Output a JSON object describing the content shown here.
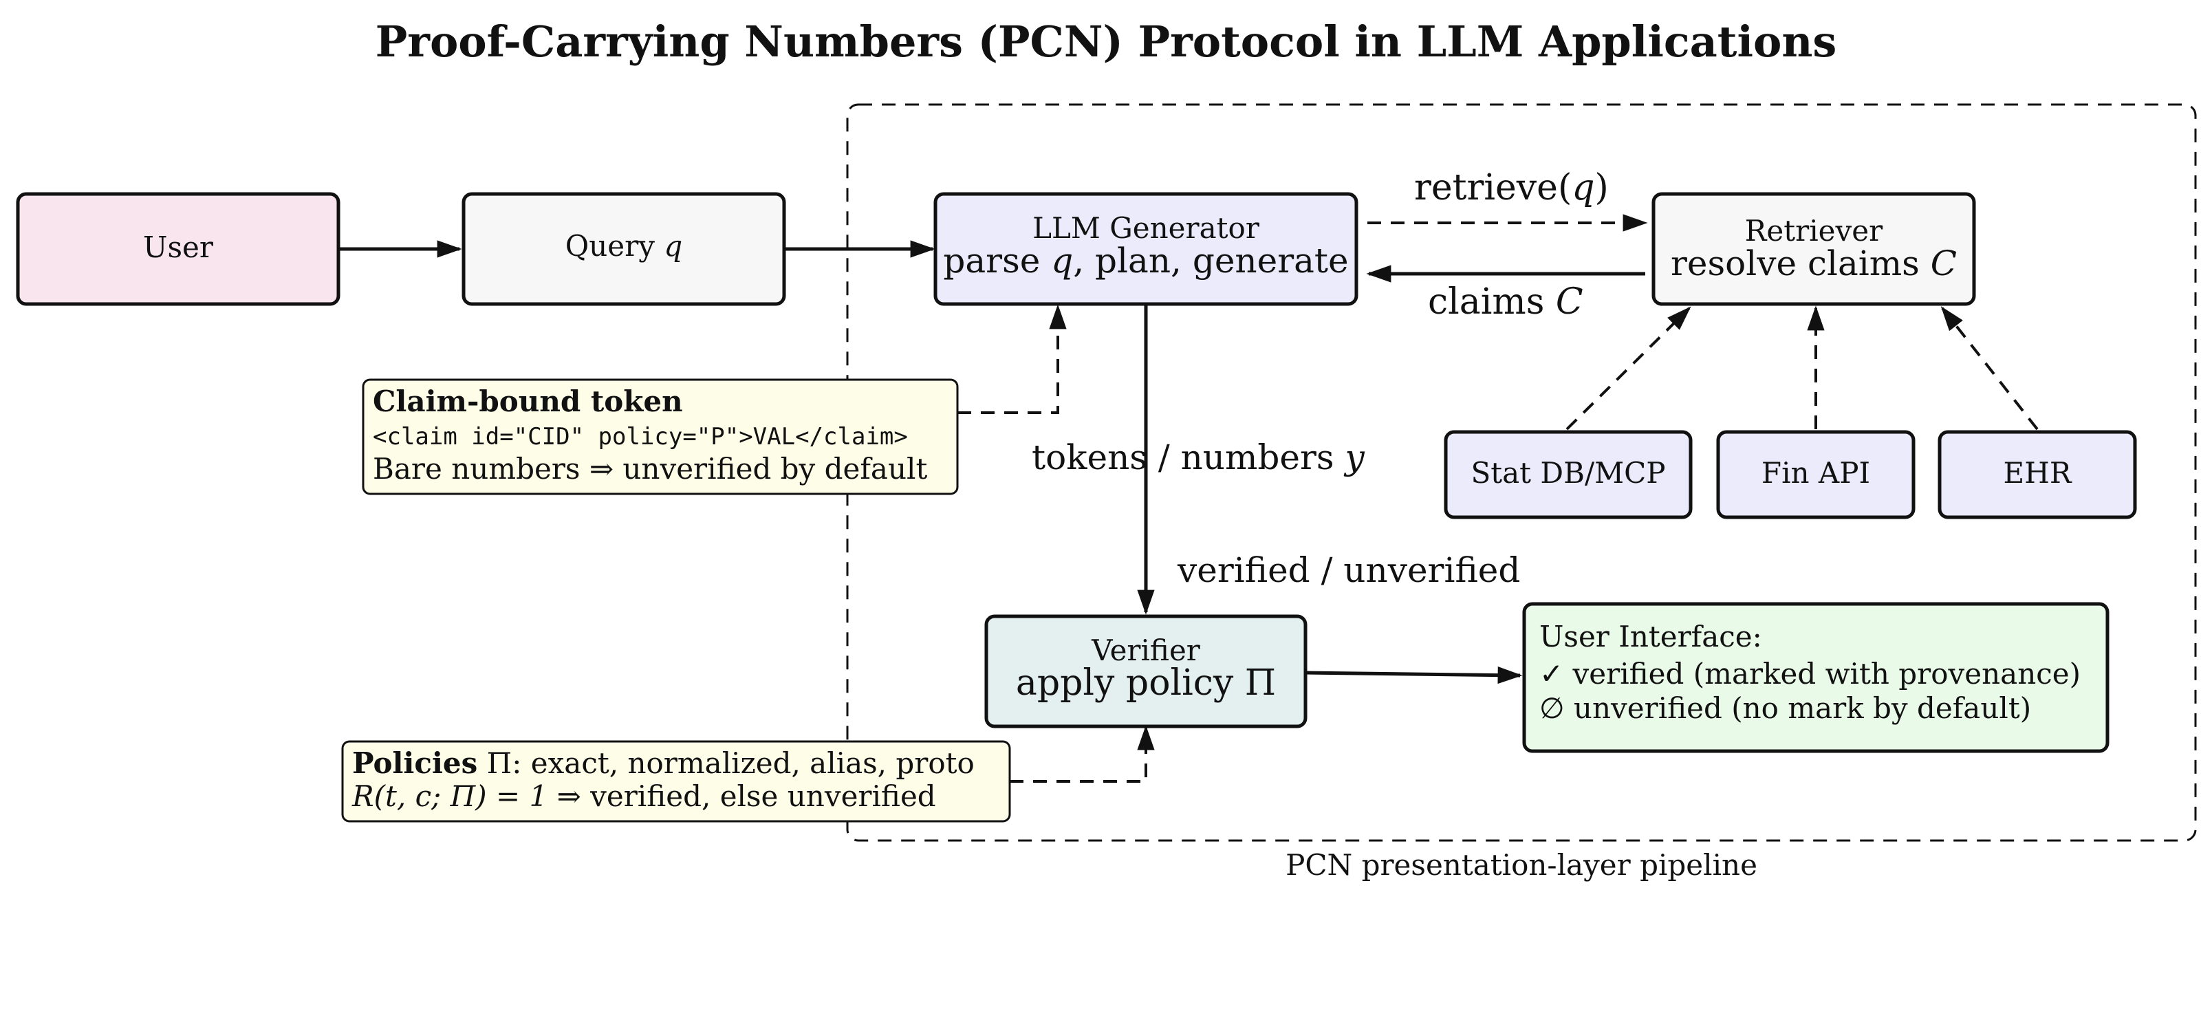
{
  "title": "Proof-Carrying Numbers (PCN) Protocol in LLM Applications",
  "colors": {
    "user_fill": "#f8e5ee",
    "query_fill": "#f7f7f7",
    "llm_fill": "#ebebfc",
    "retriever_fill": "#f7f7f7",
    "source_fill": "#ebebfc",
    "verifier_fill": "#e3f0ef",
    "ui_fill": "#e9fbe8",
    "note_fill": "#fdfde8",
    "stroke": "#111111"
  },
  "nodes": {
    "user": {
      "label": "User"
    },
    "query": {
      "label": "Query",
      "var": "q"
    },
    "llm": {
      "title": "LLM Generator",
      "line2_a": "parse ",
      "line2_var": "q",
      "line2_b": ", plan, generate"
    },
    "retriever": {
      "title": "Retriever",
      "line2_a": "resolve claims ",
      "line2_var": "C"
    },
    "verifier": {
      "title": "Verifier",
      "line2": "apply policy Π"
    },
    "sources": [
      {
        "label": "Stat DB/MCP"
      },
      {
        "label": "Fin API"
      },
      {
        "label": "EHR"
      }
    ],
    "ui": {
      "title": "User Interface:",
      "verified": "✓ verified (marked with provenance)",
      "unverified": "∅ unverified (no mark by default)"
    }
  },
  "notes": {
    "claim": {
      "title": "Claim-bound token",
      "code": "<claim id=\"CID\" policy=\"P\">VAL</claim>",
      "line3": "Bare numbers ⇒ unverified by default"
    },
    "policies": {
      "title": "Policies",
      "line1_rest": " Π: exact, normalized, alias, proto",
      "line2_func": "R",
      "line2_args": "(t, c; Π) = 1",
      "line2_rest": " ⇒ verified, else unverified"
    }
  },
  "edges": {
    "retrieve_func": "retrieve(",
    "retrieve_var": "q",
    "retrieve_close": ")",
    "claims_a": "claims ",
    "claims_var": "C",
    "tokens_a": "tokens / numbers ",
    "tokens_var": "y",
    "verified_unverified": "verified / unverified"
  },
  "pipeline_label": "PCN presentation-layer pipeline"
}
